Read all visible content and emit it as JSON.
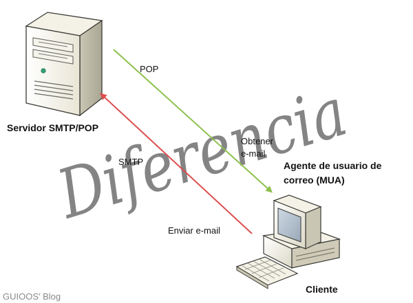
{
  "labels": {
    "server": "Servidor SMTP/POP",
    "pop": "POP",
    "smtp": "SMTP",
    "obtener_line1": "Obtener",
    "obtener_line2": "e-mail",
    "enviar": "Enviar e-mail",
    "agent_line1": "Agente de usuario de",
    "agent_line2": "correo (MUA)",
    "cliente": "Cliente"
  },
  "overlay_text": "Diferencia",
  "watermark": "GUIOOS' Blog",
  "icons": {
    "server": "server-tower-icon",
    "client": "desktop-computer-icon"
  },
  "colors": {
    "pop_arrow": "#8dc04d",
    "smtp_arrow": "#dc4f4f",
    "overlay_text": "#555555",
    "watermark": "#8a8a8a"
  }
}
